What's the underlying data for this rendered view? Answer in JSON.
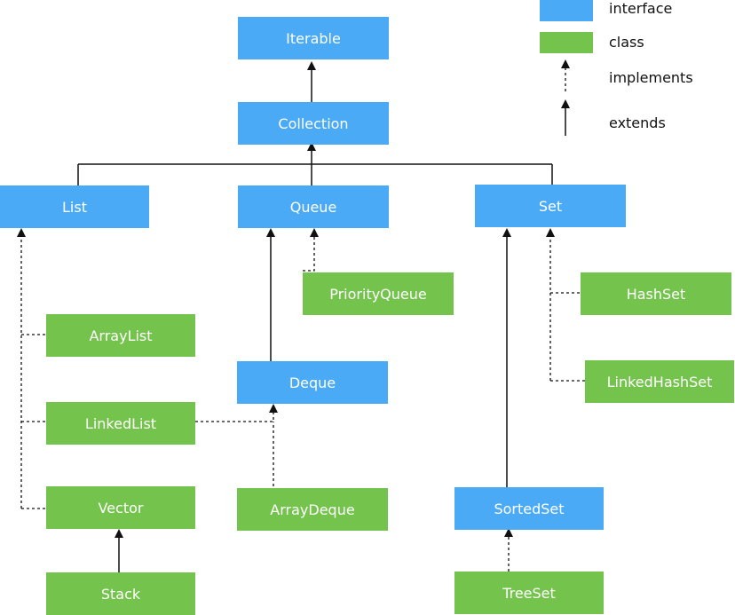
{
  "colors": {
    "interface": "#4aaaf5",
    "class": "#74c34c",
    "line": "#111111"
  },
  "legend": {
    "interface": "interface",
    "class": "class",
    "implements": "implements",
    "extends": "extends"
  },
  "nodes": {
    "iterable": {
      "label": "Iterable",
      "kind": "interface"
    },
    "collection": {
      "label": "Collection",
      "kind": "interface"
    },
    "list": {
      "label": "List",
      "kind": "interface"
    },
    "queue": {
      "label": "Queue",
      "kind": "interface"
    },
    "set": {
      "label": "Set",
      "kind": "interface"
    },
    "priority_queue": {
      "label": "PriorityQueue",
      "kind": "class"
    },
    "array_list": {
      "label": "ArrayList",
      "kind": "class"
    },
    "linked_list": {
      "label": "LinkedList",
      "kind": "class"
    },
    "vector": {
      "label": "Vector",
      "kind": "class"
    },
    "stack": {
      "label": "Stack",
      "kind": "class"
    },
    "deque": {
      "label": "Deque",
      "kind": "interface"
    },
    "array_deque": {
      "label": "ArrayDeque",
      "kind": "class"
    },
    "hash_set": {
      "label": "HashSet",
      "kind": "class"
    },
    "linked_hash_set": {
      "label": "LinkedHashSet",
      "kind": "class"
    },
    "sorted_set": {
      "label": "SortedSet",
      "kind": "interface"
    },
    "tree_set": {
      "label": "TreeSet",
      "kind": "class"
    }
  },
  "edges": [
    {
      "from": "collection",
      "to": "iterable",
      "type": "extends"
    },
    {
      "from": "list",
      "to": "collection",
      "type": "extends"
    },
    {
      "from": "queue",
      "to": "collection",
      "type": "extends"
    },
    {
      "from": "set",
      "to": "collection",
      "type": "extends"
    },
    {
      "from": "priority_queue",
      "to": "queue",
      "type": "implements"
    },
    {
      "from": "deque",
      "to": "queue",
      "type": "extends"
    },
    {
      "from": "array_list",
      "to": "list",
      "type": "implements"
    },
    {
      "from": "linked_list",
      "to": "list",
      "type": "implements"
    },
    {
      "from": "vector",
      "to": "list",
      "type": "implements"
    },
    {
      "from": "stack",
      "to": "vector",
      "type": "extends"
    },
    {
      "from": "linked_list",
      "to": "deque",
      "type": "implements"
    },
    {
      "from": "array_deque",
      "to": "deque",
      "type": "implements"
    },
    {
      "from": "hash_set",
      "to": "set",
      "type": "implements"
    },
    {
      "from": "linked_hash_set",
      "to": "set",
      "type": "implements"
    },
    {
      "from": "sorted_set",
      "to": "set",
      "type": "extends"
    },
    {
      "from": "tree_set",
      "to": "sorted_set",
      "type": "implements"
    }
  ]
}
